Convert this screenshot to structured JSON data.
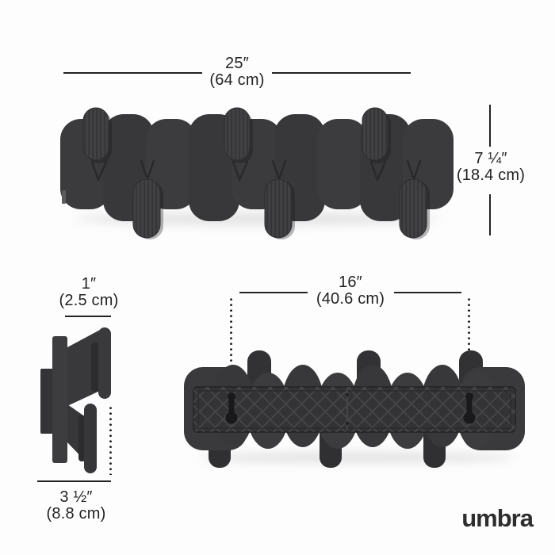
{
  "brand": {
    "logo_text": "umbra"
  },
  "colors": {
    "product_charcoal": "#3a3a3c",
    "dimension_line": "#232323",
    "background": "#fdfdfd"
  },
  "dims": {
    "front_width": {
      "in": "25″",
      "cm": "(64 cm)"
    },
    "front_height": {
      "in": "7 ¼″",
      "cm": "(18.4 cm)"
    },
    "side_depth_top": {
      "in": "1″",
      "cm": "(2.5 cm)"
    },
    "side_depth_bottom": {
      "in": "3 ½″",
      "cm": "(8.8 cm)"
    },
    "back_mount_width": {
      "in": "16″",
      "cm": "(40.6 cm)"
    }
  }
}
